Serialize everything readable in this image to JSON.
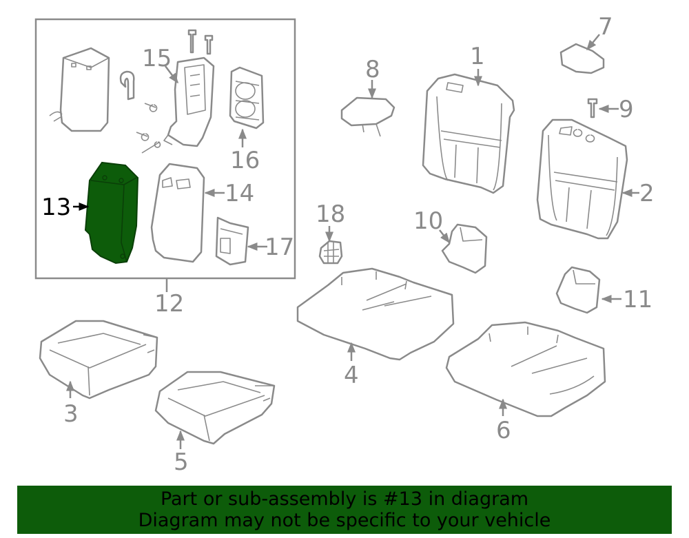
{
  "callouts": {
    "c1": "1",
    "c2": "2",
    "c3": "3",
    "c4": "4",
    "c5": "5",
    "c6": "6",
    "c7": "7",
    "c8": "8",
    "c9": "9",
    "c10": "10",
    "c11": "11",
    "c12": "12",
    "c13": "13",
    "c14": "14",
    "c15": "15",
    "c16": "16",
    "c17": "17",
    "c18": "18"
  },
  "highlight": {
    "part_number": "13",
    "color": "#0d5c0a"
  },
  "banner": {
    "line1": "Part or sub-assembly is #13 in diagram",
    "line2": "Diagram may not be specific to your vehicle",
    "background": "#0d5c0a"
  },
  "colors": {
    "outline": "#8a8a8a",
    "active_label": "#000000"
  }
}
